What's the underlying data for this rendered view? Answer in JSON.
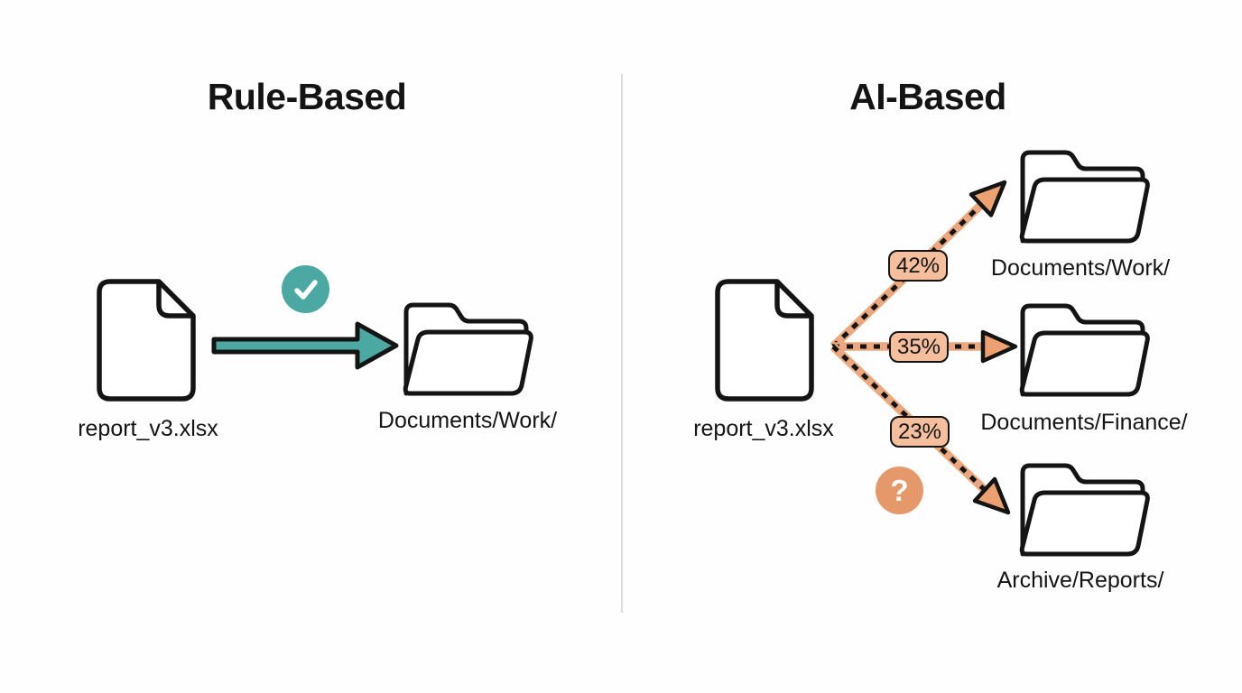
{
  "panels": {
    "left": {
      "title": "Rule-Based",
      "file": {
        "name": "report_v3.xlsx"
      },
      "result": {
        "folder": "Documents/Work/"
      },
      "status_icon": "check-icon"
    },
    "right": {
      "title": "AI-Based",
      "file": {
        "name": "report_v3.xlsx"
      },
      "question_mark": "?",
      "predictions": [
        {
          "confidence": "42%",
          "folder": "Documents/Work/"
        },
        {
          "confidence": "35%",
          "folder": "Documents/Finance/"
        },
        {
          "confidence": "23%",
          "folder": "Archive/Reports/"
        }
      ]
    }
  },
  "colors": {
    "accent_teal": "#4ba8a2",
    "accent_orange": "#e5996b",
    "arrow_orange": "#eba87e",
    "badge_fill": "#f5be9d",
    "ink": "#141414",
    "divider": "#dcdcdc"
  }
}
